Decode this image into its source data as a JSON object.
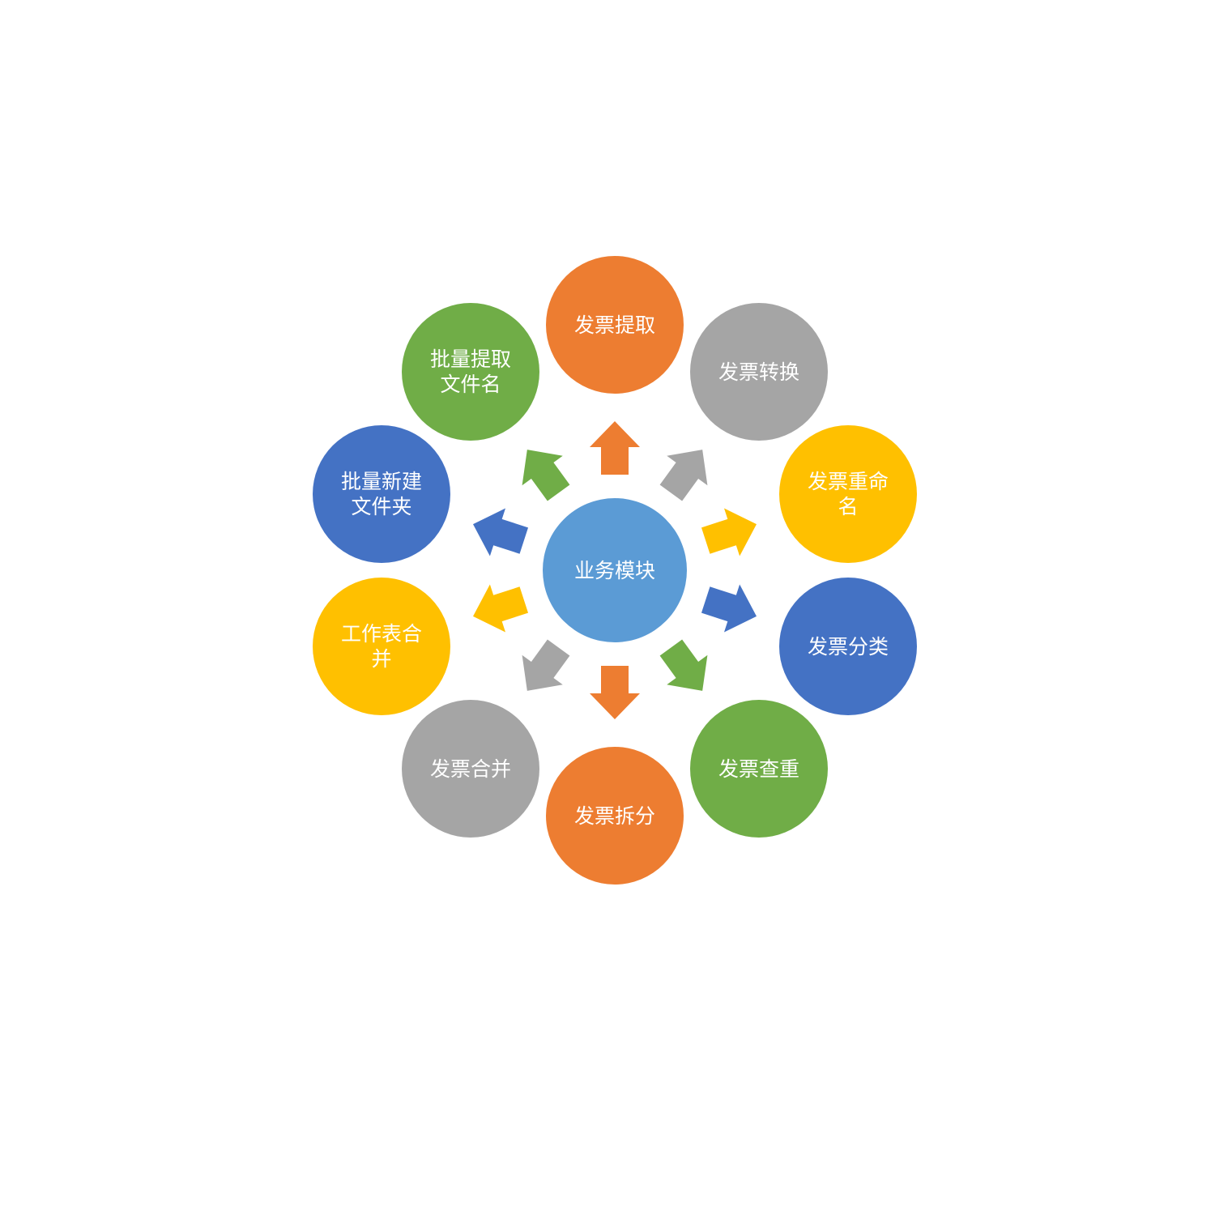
{
  "diagram": {
    "center": {
      "label": "业务模块",
      "color": "#5b9bd5"
    },
    "modules": [
      {
        "label": "发票提取",
        "color": "#ed7d31"
      },
      {
        "label": "发票转换",
        "color": "#a5a5a5"
      },
      {
        "label": "发票重命\n名",
        "color": "#ffc000"
      },
      {
        "label": "发票分类",
        "color": "#4472c4"
      },
      {
        "label": "发票查重",
        "color": "#70ad47"
      },
      {
        "label": "发票拆分",
        "color": "#ed7d31"
      },
      {
        "label": "发票合并",
        "color": "#a5a5a5"
      },
      {
        "label": "工作表合\n并",
        "color": "#ffc000"
      },
      {
        "label": "批量新建\n文件夹",
        "color": "#4472c4"
      },
      {
        "label": "批量提取\n文件名",
        "color": "#70ad47"
      }
    ]
  }
}
